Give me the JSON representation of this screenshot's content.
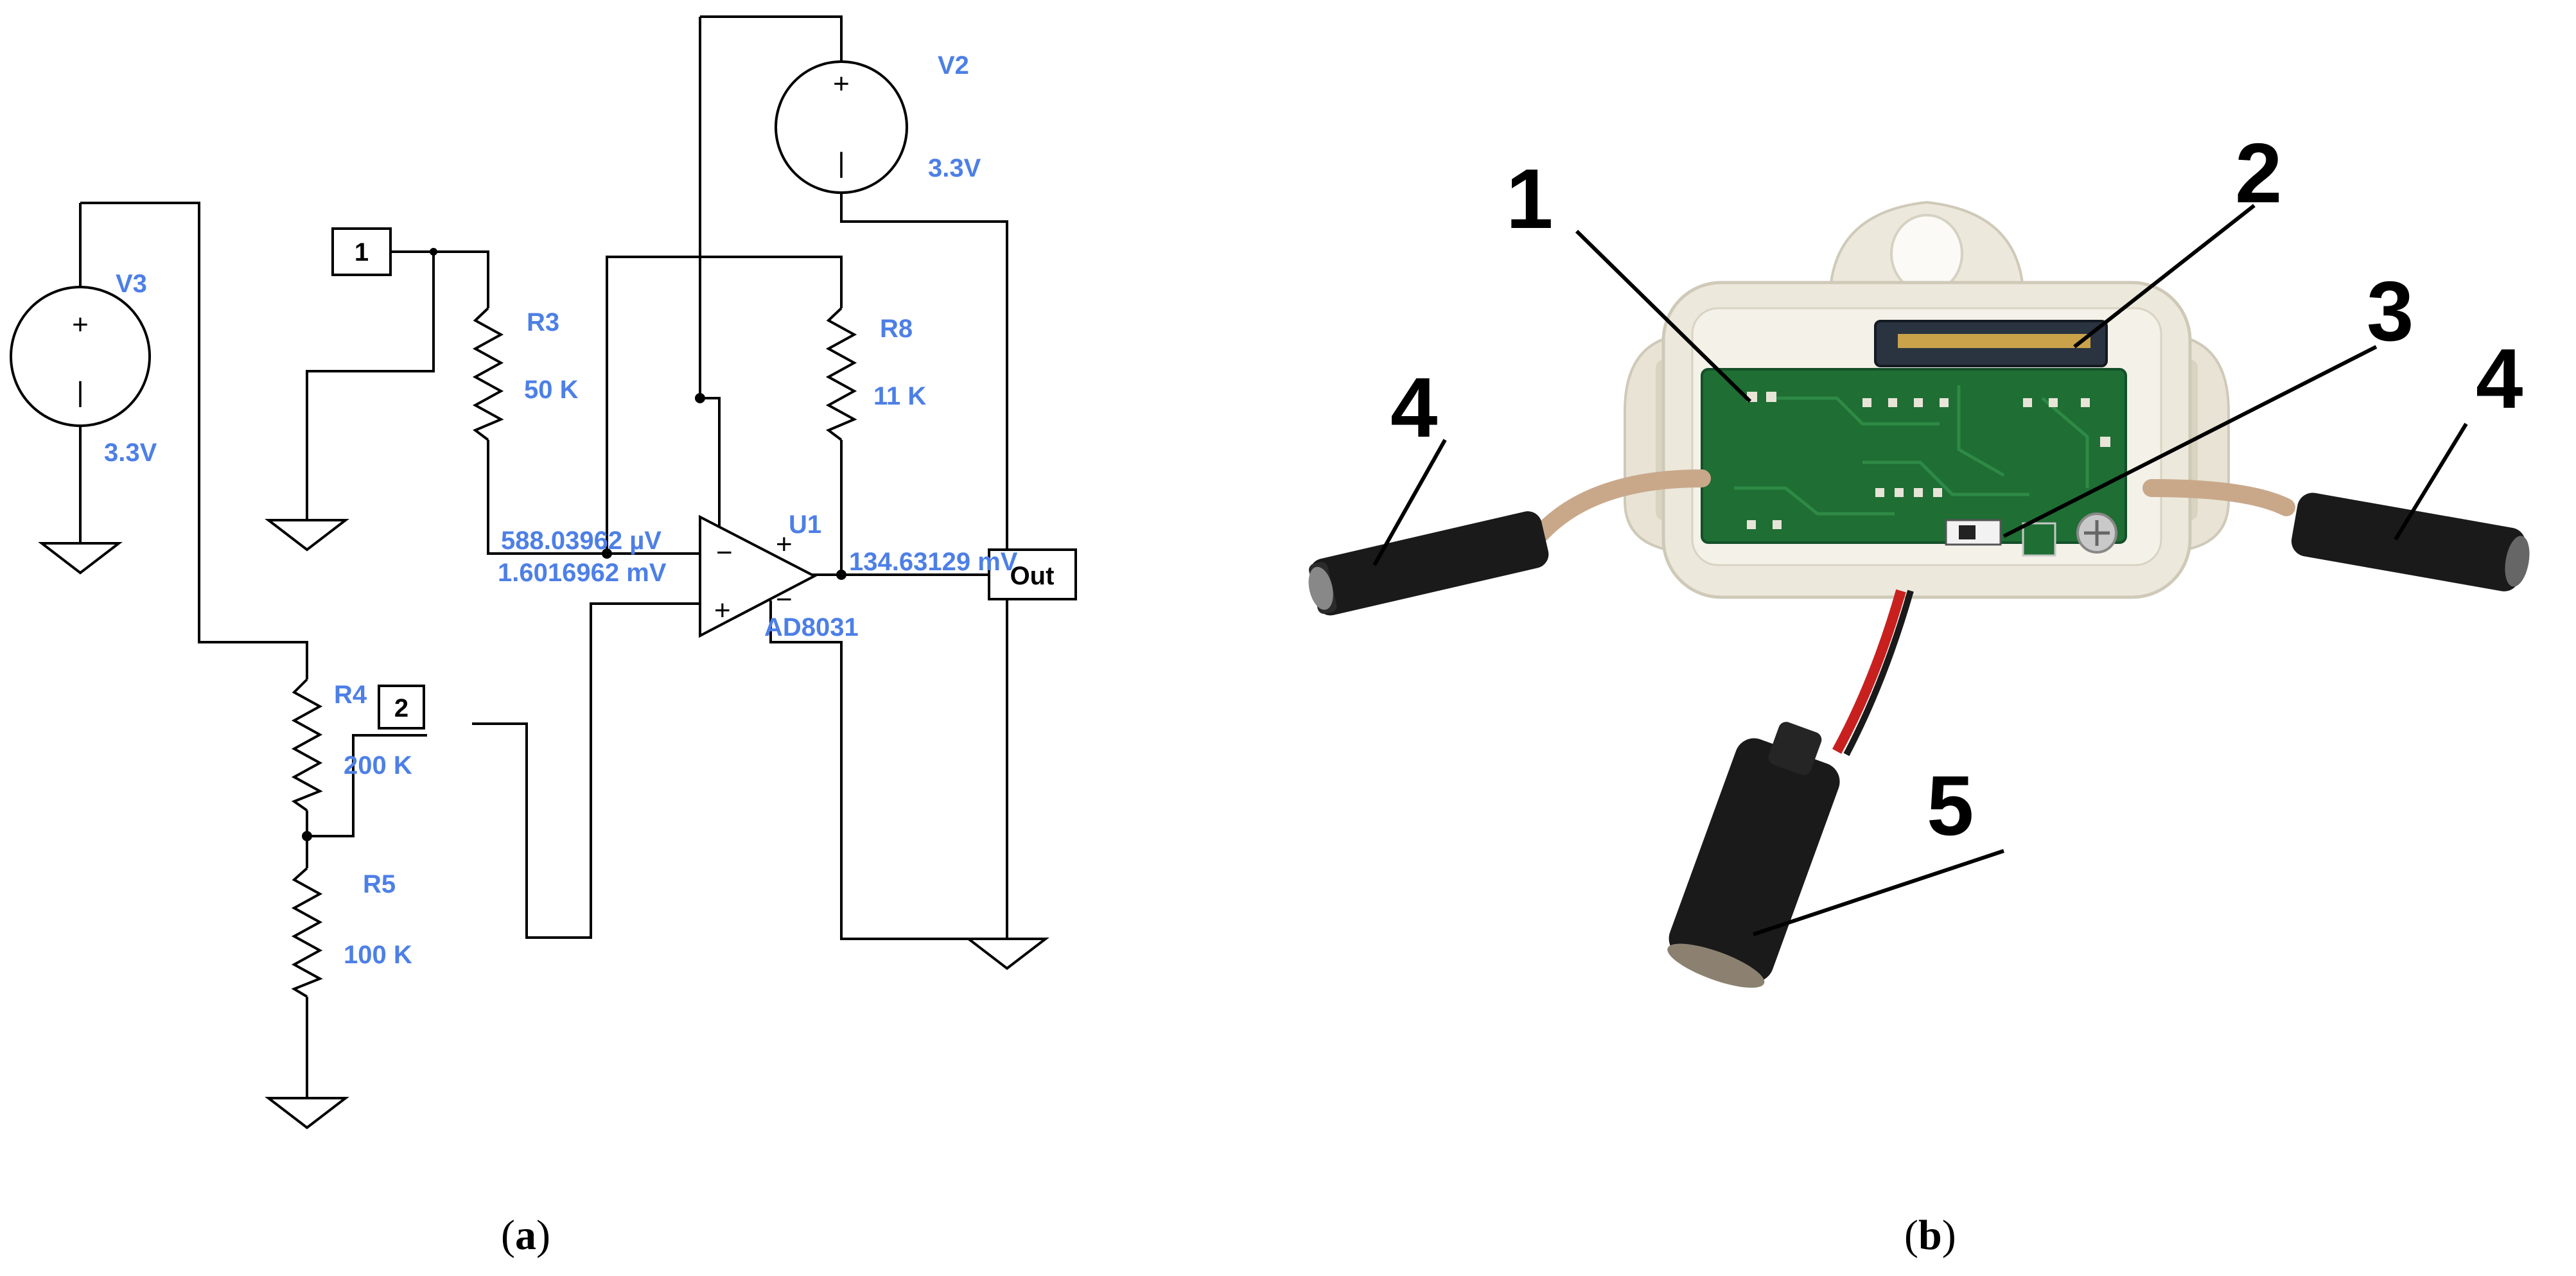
{
  "schematic": {
    "components": {
      "V2": {
        "name": "V2",
        "value": "3.3V"
      },
      "V3": {
        "name": "V3",
        "value": "3.3V"
      },
      "R3": {
        "name": "R3",
        "value": "50 K"
      },
      "R8": {
        "name": "R8",
        "value": "11 K"
      },
      "R4": {
        "name": "R4",
        "value": "200 K"
      },
      "R5": {
        "name": "R5",
        "value": "100 K"
      },
      "U1": {
        "name": "U1",
        "part": "AD8031"
      }
    },
    "node_labels": {
      "n1": "1",
      "n2": "2",
      "out": "Out"
    },
    "probe_values": {
      "inv_input_1": "588.03962 µV",
      "inv_input_2": "1.6016962 mV",
      "output": "134.63129 mV"
    },
    "symbols": {
      "plus": "+",
      "minus": "−",
      "source_minus": "|"
    }
  },
  "photo": {
    "callouts": [
      "1",
      "2",
      "3",
      "4",
      "4",
      "5"
    ],
    "colors": {
      "pcb": "#1f6e33",
      "enclosure": "#ece8dc",
      "connector": "#1a1a1a",
      "wire_red": "#c8201e"
    }
  },
  "captions": {
    "a": {
      "open": "(",
      "letter": "a",
      "close": ")"
    },
    "b": {
      "open": "(",
      "letter": "b",
      "close": ")"
    }
  }
}
